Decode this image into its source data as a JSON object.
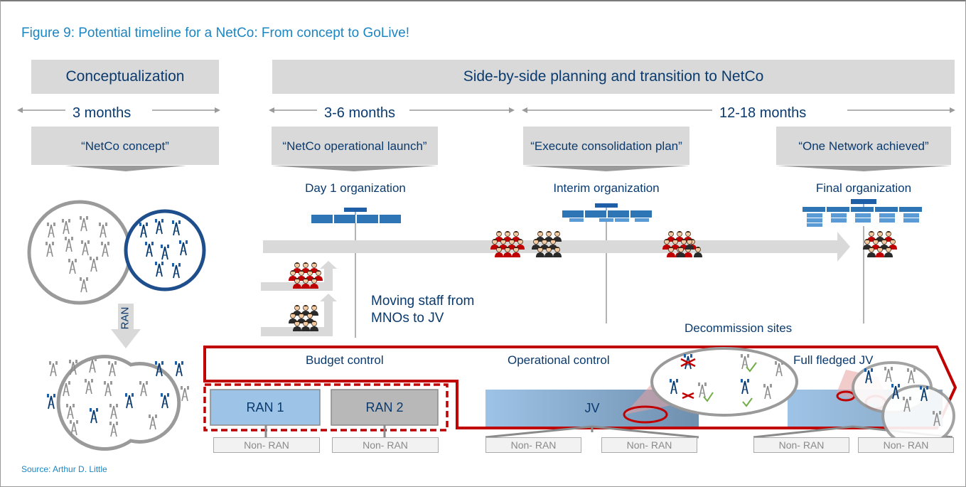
{
  "figure_title": "Figure 9: Potential timeline for a NetCo: From concept to GoLive!",
  "phases": {
    "conceptualization": "Conceptualization",
    "planning": "Side-by-side planning and transition to NetCo"
  },
  "durations": {
    "d1": "3 months",
    "d2": "3-6 months",
    "d3": "12-18 months"
  },
  "milestones": {
    "m1": "“NetCo concept”",
    "m2": "“NetCo operational launch”",
    "m3": "“Execute consolidation plan”",
    "m4": "“One Network achieved”"
  },
  "orgs": {
    "day1": "Day 1 organization",
    "interim": "Interim organization",
    "final": "Final organization"
  },
  "labels": {
    "ran_vertical": "RAN",
    "moving_staff": "Moving staff from MNOs to JV",
    "decommission": "Decommission sites",
    "budget_control": "Budget control",
    "operational_control": "Operational control",
    "full_fledged": "Full fledged JV"
  },
  "boxes": {
    "ran1": "RAN 1",
    "ran2": "RAN 2",
    "jv": "JV"
  },
  "non_ran": [
    "Non- RAN",
    "Non- RAN",
    "Non- RAN",
    "Non- RAN",
    "Non- RAN",
    "Non- RAN"
  ],
  "source": "Source: Arthur D. Little",
  "colors": {
    "navy": "#0a3a6e",
    "title_blue": "#1a86c2",
    "gray": "#d9d9d9",
    "red": "#c00000",
    "light_blue": "#9dc3e6"
  }
}
